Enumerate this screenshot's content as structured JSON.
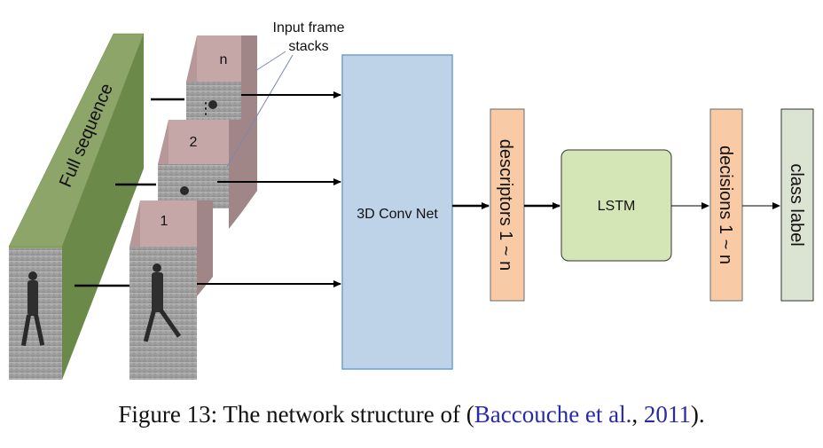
{
  "diagram": {
    "full_sequence_label": "Full sequence",
    "input_stacks_label_line1": "Input frame",
    "input_stacks_label_line2": "stacks",
    "stack_labels": {
      "n": "n",
      "two": "2",
      "one": "1"
    },
    "ellipsis": "⋮",
    "conv_net_label": "3D Conv Net",
    "descriptors_label": "descriptors 1 ~ n",
    "lstm_label": "LSTM",
    "decisions_label": "decisions 1 ~ n",
    "class_label": "class label"
  },
  "caption": {
    "prefix": "Figure 13: The network structure of (",
    "author": "Baccouche et al.",
    "sep": ", ",
    "year": "2011",
    "suffix": ")."
  },
  "colors": {
    "green_front": "#8ea56a",
    "green_top": "#7a9456",
    "green_side": "#6b8a4a",
    "stack_face": "#c6a7a7",
    "stack_side": "#a08686",
    "conv_fill": "#bfd3e8",
    "conv_stroke": "#6f9fd1",
    "orange_fill": "#f8cba6",
    "orange_stroke": "#6b6b6b",
    "lstm_fill": "#d4e6b6",
    "class_fill": "#dbe3d3",
    "photo_bg": "#9b9b9b"
  }
}
